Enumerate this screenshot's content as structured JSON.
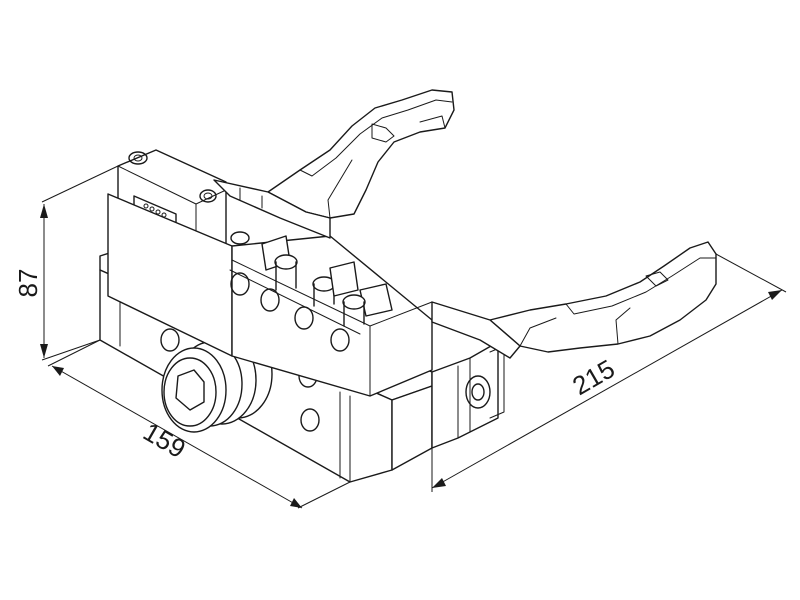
{
  "dimensions": {
    "height": "87",
    "depth": "159",
    "length": "215"
  }
}
